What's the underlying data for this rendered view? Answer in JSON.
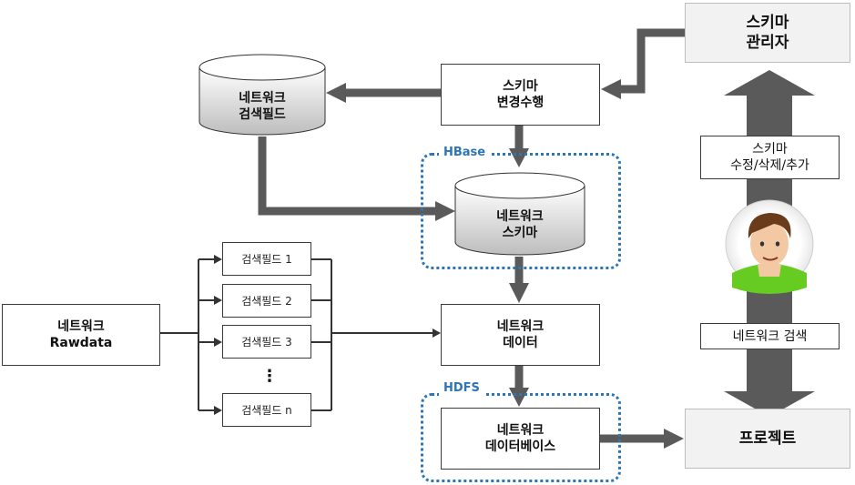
{
  "nodes": {
    "schema_admin": "스키마\n관리자",
    "schema_change": "스키마\n변경수행",
    "search_field_db": "네트워크\n검색필드",
    "network_schema_db": "네트워크\n스키마",
    "network_data": "네트워크\n데이터",
    "network_database": "네트워크\n데이터베이스",
    "rawdata": "네트워크\nRawdata",
    "project": "프로젝트"
  },
  "search_fields": [
    "검색필드 1",
    "검색필드 2",
    "검색필드 3",
    "검색필드 n"
  ],
  "ellipsis": "⋮",
  "groups": {
    "hbase": "HBase",
    "hdfs": "HDFS"
  },
  "side_labels": {
    "schema_edit": "스키마\n수정/삭제/추가",
    "network_search": "네트워크 검색"
  },
  "colors": {
    "arrow": "#5a5a5a",
    "group_border": "#2e75b6",
    "cylinder_top": "#ffffff",
    "cylinder_body": "#c9c9c9",
    "avatar_shirt": "#66cc22",
    "avatar_skin": "#f3c9a3",
    "avatar_hair": "#6b3c1c"
  },
  "icons": {
    "user": "person-avatar-icon"
  }
}
